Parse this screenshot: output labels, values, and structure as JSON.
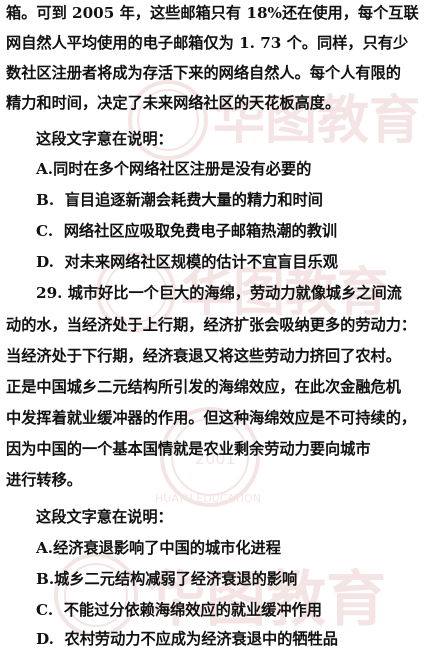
{
  "watermark": {
    "text": "华图教育",
    "en_text": "HUATU EDUCATION",
    "color": "#d8a0a0",
    "seal_year": "2001"
  },
  "passage_top": [
    "箱。可到 2005 年，这些邮箱只有 18%还在使用，每个互联",
    "网自然人平均使用的电子邮箱仅为 1. 73 个。同样，只有少",
    "数社区注册者将成为存活下来的网络自然人。每个人有限的",
    "精力和时间，决定了未来网络社区的天花板高度。"
  ],
  "q28": {
    "prompt": "这段文字意在说明：",
    "options": [
      {
        "letter": "A.",
        "text": "同时在多个网络社区注册是没有必要的"
      },
      {
        "letter": "B.",
        "text": "盲目追逐新潮会耗费大量的精力和时间"
      },
      {
        "letter": "C.",
        "text": "网络社区应吸取免费电子邮箱热潮的教训"
      },
      {
        "letter": "D.",
        "text": "对未来网络社区规模的估计不宜盲目乐观"
      }
    ]
  },
  "q29": {
    "lines": [
      "29. 城市好比一个巨大的海绵，劳动力就像城乡之间流",
      "动的水，当经济处于上行期，经济扩张会吸纳更多的劳动力：",
      "当经济处于下行期，经济衰退又将这些劳动力挤回了农村。",
      "正是中国城乡二元结构所引发的海绵效应，在此次金融危机",
      "中发挥着就业缓冲器的作用。但这种海绵效应是不可持续的，",
      "因为中国的一个基本国情就是农业剩余劳动力要向城市",
      "进行转移。"
    ],
    "prompt": "这段文字意在说明：",
    "options": [
      {
        "letter": "A.",
        "text": "经济衰退影响了中国的城市化进程"
      },
      {
        "letter": "B.",
        "text": "城乡二元结构减弱了经济衰退的影响"
      },
      {
        "letter": "C.",
        "text": "不能过分依赖海绵效应的就业缓冲作用"
      },
      {
        "letter": "D.",
        "text": "农村劳动力不应成为经济衰退中的牺牲品"
      }
    ]
  }
}
